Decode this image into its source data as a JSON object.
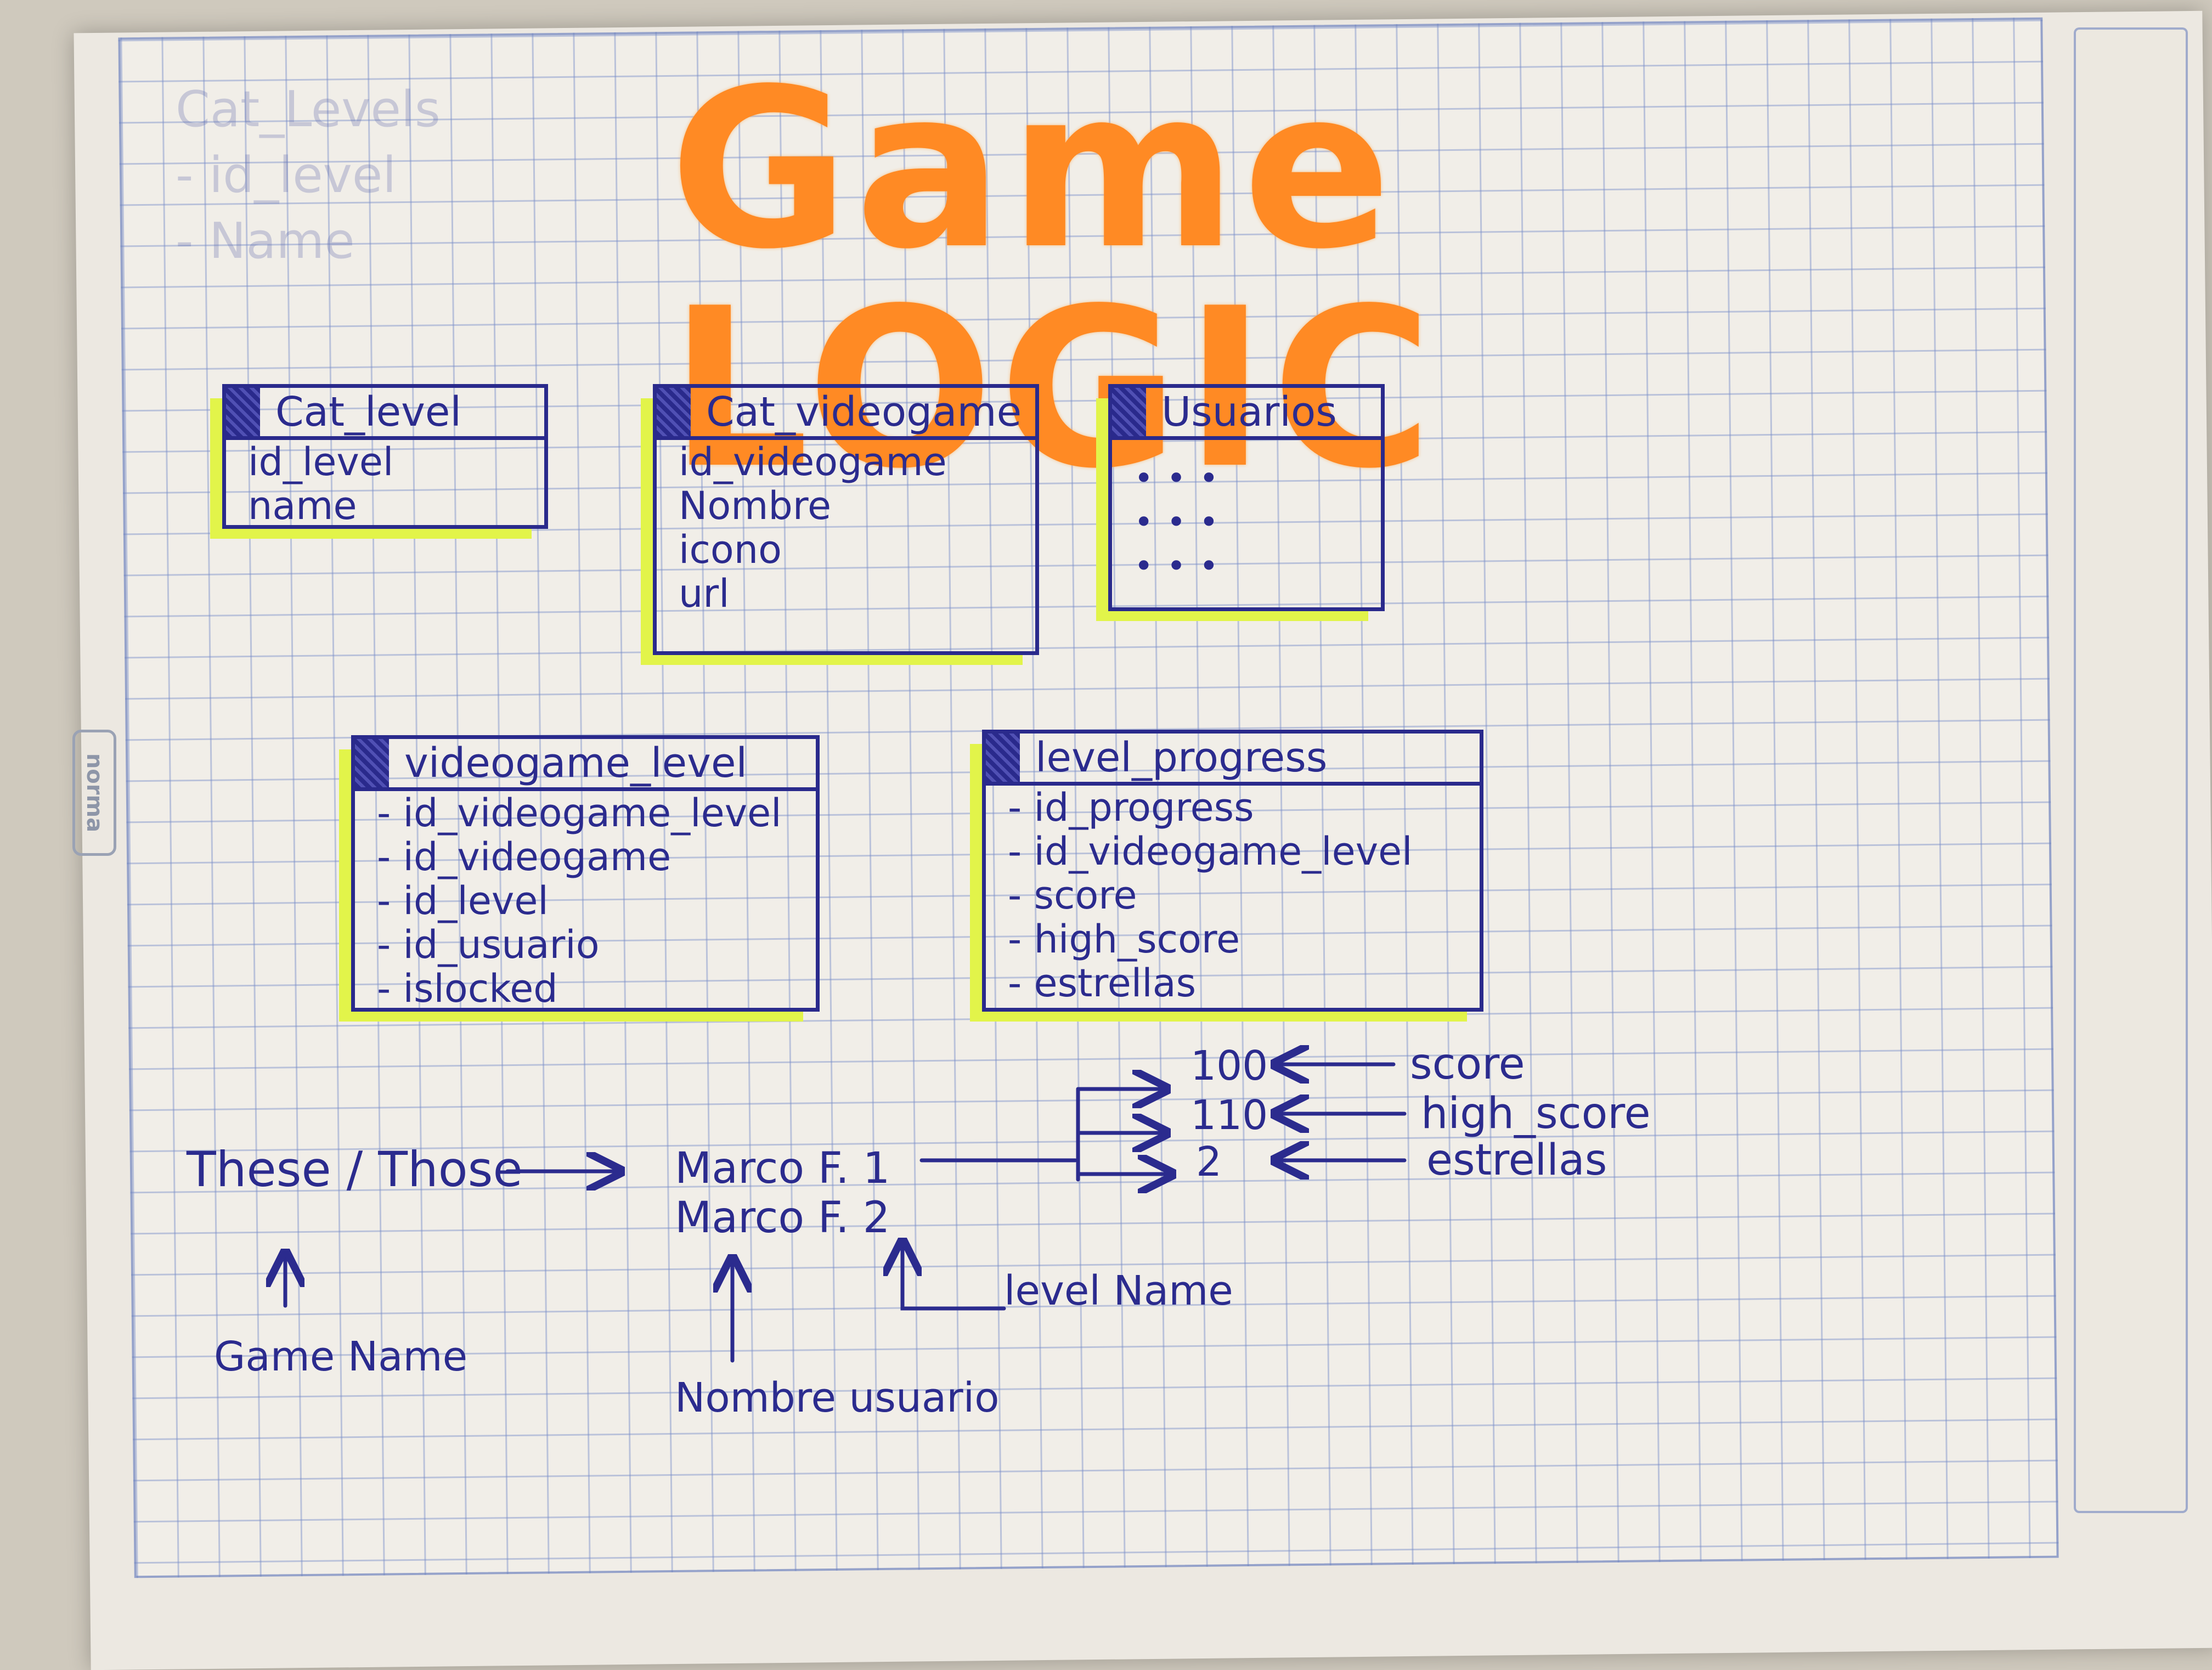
{
  "title": "Game LOGIC",
  "brand": "norma",
  "ghost_text": [
    "Cat_Levels",
    "- id_level",
    "- Name"
  ],
  "tables": [
    {
      "name": "Cat_level",
      "fields": [
        "id_level",
        "name"
      ]
    },
    {
      "name": "Cat_videogame",
      "fields": [
        "id_videogame",
        "Nombre",
        "icono",
        "url"
      ]
    },
    {
      "name": "Usuarios",
      "fields": []
    },
    {
      "name": "videogame_level",
      "fields": [
        "- id_videogame_level",
        "- id_videogame",
        "- id_level",
        "- id_usuario",
        "- islocked"
      ]
    },
    {
      "name": "level_progress",
      "fields": [
        "- id_progress",
        "- id_videogame_level",
        "- score",
        "- high_score",
        "- estrellas"
      ]
    }
  ],
  "example": {
    "game": "These / Those",
    "user_level_1": "Marco F. 1",
    "user_level_2": "Marco F. 2",
    "score_value": "100",
    "high_score_value": "110",
    "stars_value": "2",
    "score_label": "score",
    "high_score_label": "high_score",
    "stars_label": "estrellas",
    "game_name_label": "Game Name",
    "user_name_label": "Nombre usuario",
    "level_name_label": "level Name"
  },
  "colors": {
    "ink": "#2b2b8e",
    "title": "#ff8a24",
    "highlight": "#e2f44a"
  }
}
